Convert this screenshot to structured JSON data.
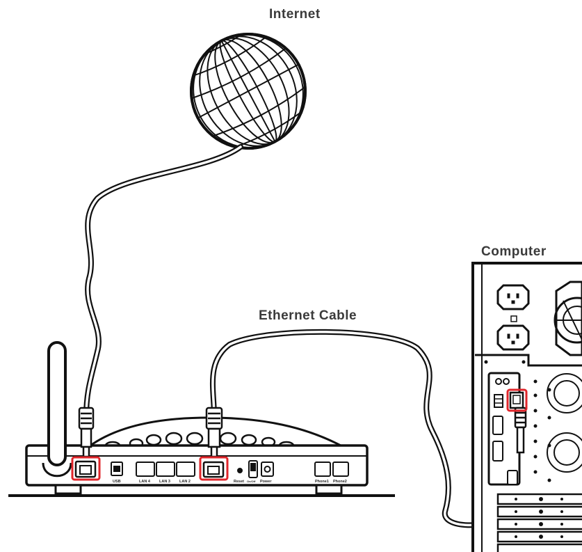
{
  "labels": {
    "internet": "Internet",
    "computer": "Computer",
    "ethernet_cable": "Ethernet Cable"
  },
  "router_ports": {
    "usb": "USB",
    "lan4": "LAN 4",
    "lan3": "LAN 3",
    "lan2": "LAN 2",
    "reset": "Reset",
    "onoff": "On/Off",
    "power": "Power",
    "phone1": "Phone1",
    "phone2": "Phone2"
  },
  "highlight_color": "#e0262b",
  "line_color": "#111111"
}
